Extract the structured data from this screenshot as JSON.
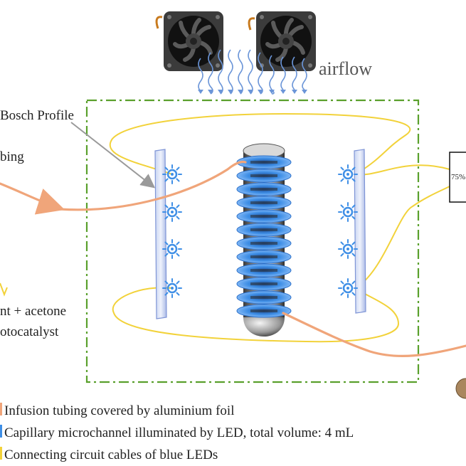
{
  "labels": {
    "airflow": "airflow",
    "bosch_profile": "Bosch Profile",
    "tubing": "bing",
    "reactant_line1": "nt + acetone",
    "reactant_line2": "otocatalyst",
    "power_supply": "75%"
  },
  "legend": [
    {
      "text": "Infusion tubing covered by aluminium foil",
      "color": "#f0a57a"
    },
    {
      "text": "Capillary microchannel illuminated by LED, total volume: 4 mL",
      "color": "#3f8fe6"
    },
    {
      "text": "Connecting circuit cables of blue LEDs",
      "color": "#f2d23a"
    }
  ],
  "colors": {
    "enclosure_border": "#5aa02c",
    "led_cable": "#f2d23a",
    "infusion_tube": "#f0a57a",
    "capillary_coil": "#3f8fe6",
    "airflow_arrows": "#6b95d8",
    "pointer": "#9a9a9a"
  },
  "icons": [
    "fan-icon",
    "led-icon",
    "airflow-arrow-icon",
    "power-box-icon"
  ]
}
